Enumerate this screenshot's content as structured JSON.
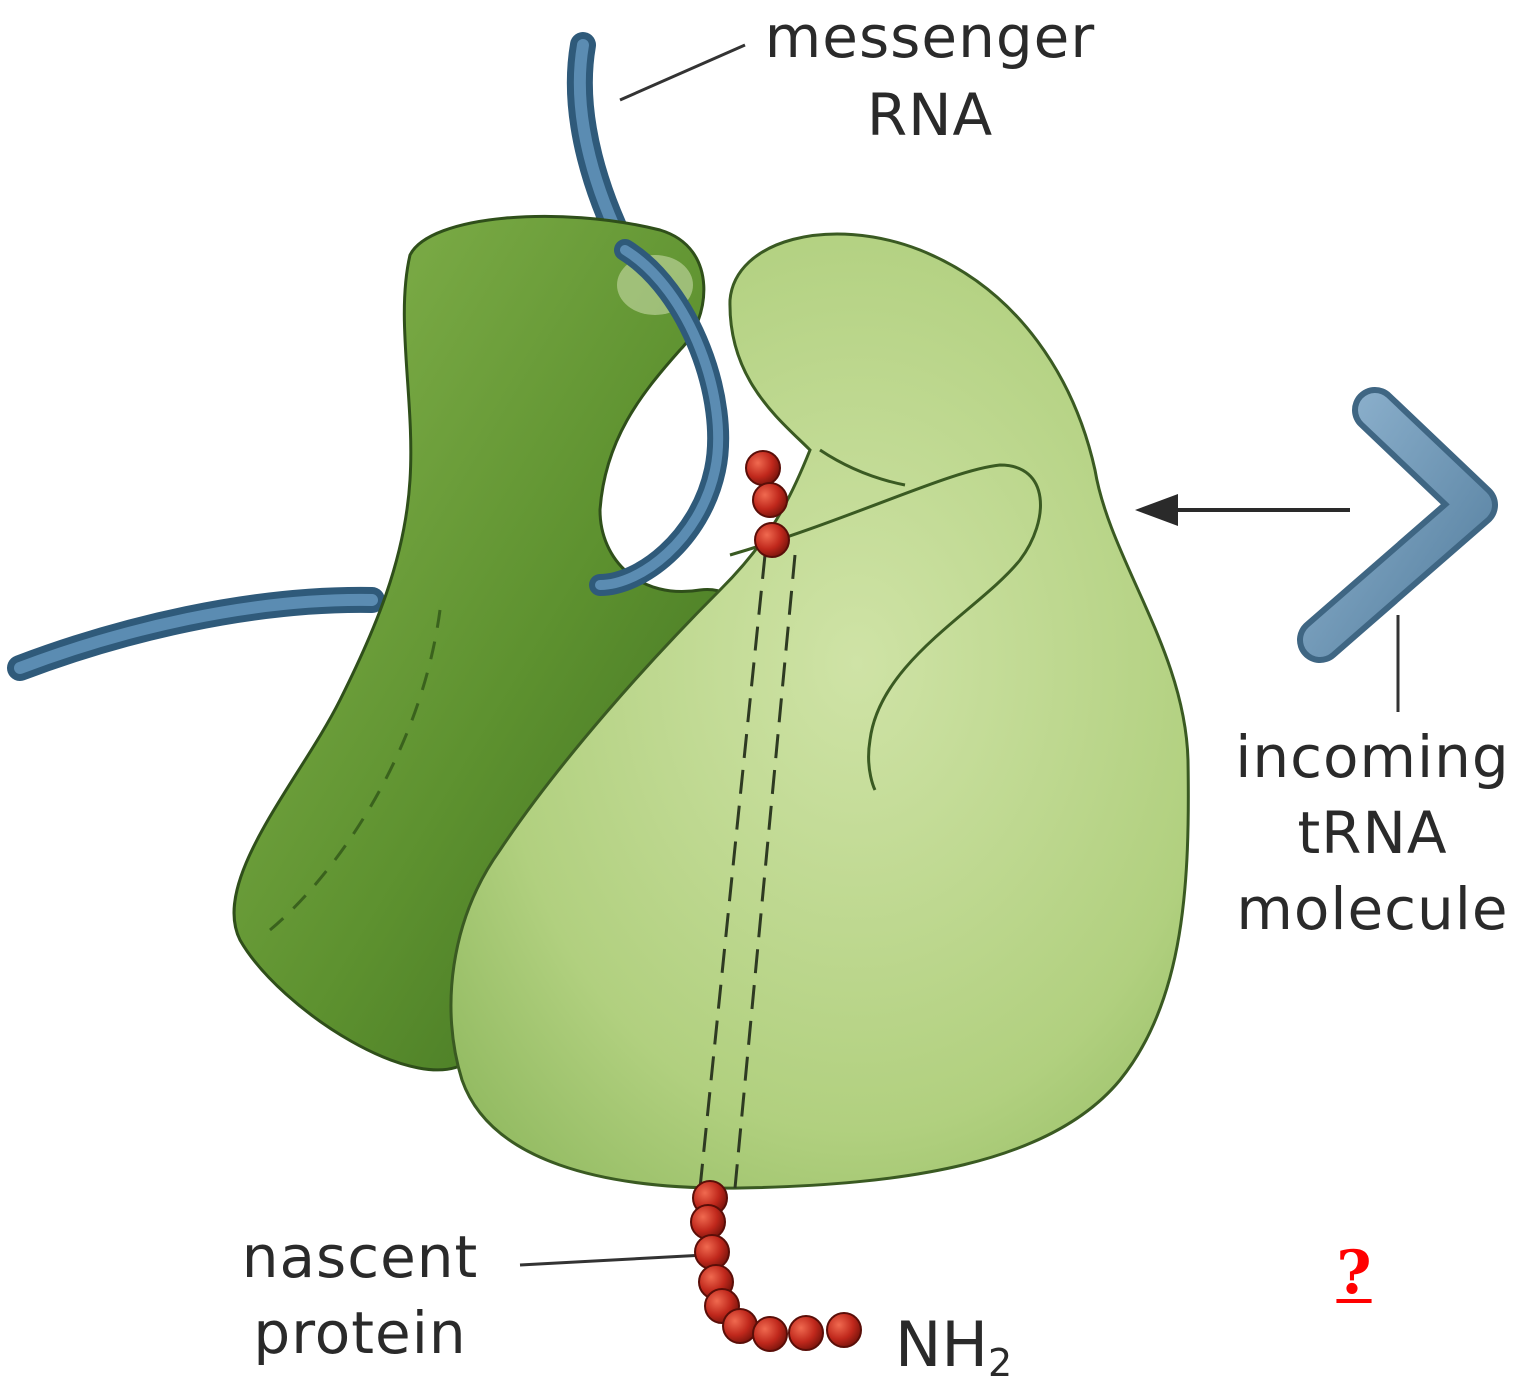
{
  "labels": {
    "mrna_line1": "messenger",
    "mrna_line2": "RNA",
    "trna_line1": "incoming",
    "trna_line2": "tRNA",
    "trna_line3": "molecule",
    "protein_line1": "nascent",
    "protein_line2": "protein",
    "nh2_main": "NH",
    "nh2_sub": "2"
  },
  "help_link": "?",
  "colors": {
    "small_subunit": "#6a9e3c",
    "small_subunit_dark": "#3f6e22",
    "large_subunit": "#b9d68a",
    "large_subunit_shade": "#9cc36a",
    "rna": "#4a7aa0",
    "trna": "#6f9bbc",
    "amino_acid": "#c0281c",
    "leader_line": "#333333",
    "help_link": "#ff0000"
  }
}
